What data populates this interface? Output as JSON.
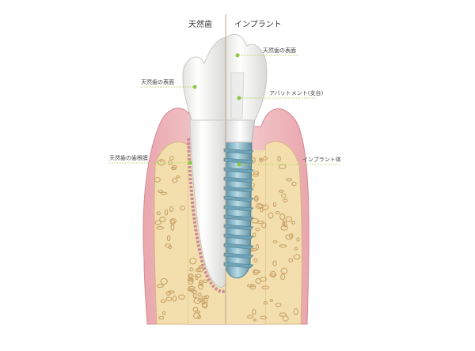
{
  "headers": {
    "natural": "天然歯",
    "implant": "インプラント"
  },
  "labels": {
    "natural_crown": "天然歯の表面",
    "periodontal_ligament": "天然歯の歯根膜",
    "implant_crown": "天然歯の表面",
    "abutment": "アバットメント(支台)",
    "fixture": "インプラント体"
  },
  "colors": {
    "gum": "#f1c4c6",
    "gum_edge": "#d88a92",
    "bone": "#f3dfae",
    "bone_pore": "#c9a46a",
    "tooth": "#f7f7f5",
    "divider": "#b8a08a",
    "leader": "#b9d36a",
    "dot": "#8dc63f",
    "ligament": "#c98a9a",
    "implant": "#7fb2c3"
  }
}
